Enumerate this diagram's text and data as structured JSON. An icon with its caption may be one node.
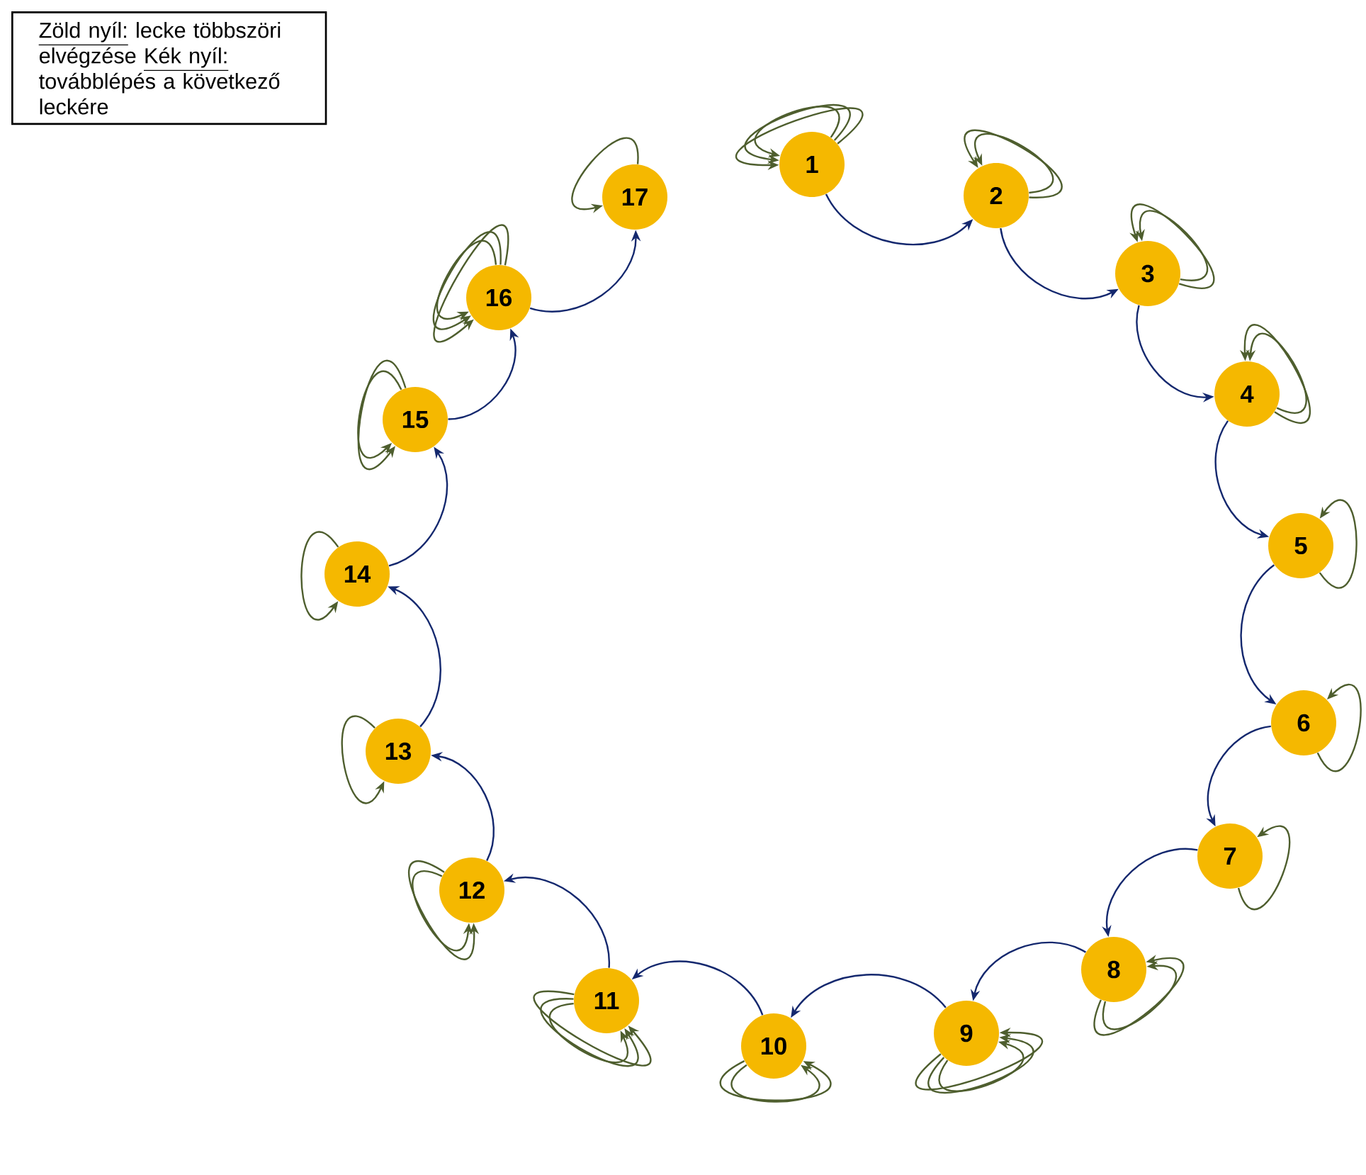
{
  "diagram": {
    "nodes": [
      {
        "text": [
          "Zöld nyíl:",
          "lecke többszöri elvégzése",
          "Kék nyíl:",
          "továbblépés a következő leckére"
        ]
      },
      {
        "text": [
          "1"
        ]
      },
      {
        "text": [
          "2"
        ]
      },
      {
        "text": [
          "3"
        ]
      },
      {
        "text": [
          "4"
        ]
      },
      {
        "text": [
          "5"
        ]
      },
      {
        "text": [
          "6"
        ]
      },
      {
        "text": [
          "7"
        ]
      },
      {
        "text": [
          "8"
        ]
      },
      {
        "text": [
          "9"
        ]
      },
      {
        "text": [
          "10"
        ]
      },
      {
        "text": [
          "11"
        ]
      },
      {
        "text": [
          "12"
        ]
      },
      {
        "text": [
          "13"
        ]
      },
      {
        "text": [
          "14"
        ]
      },
      {
        "text": [
          "15"
        ]
      },
      {
        "text": [
          "16"
        ]
      },
      {
        "text": [
          "17"
        ]
      }
    ],
    "edges": [
      {
        "from": 1,
        "to": 1,
        "arrow": "to"
      },
      {
        "from": 1,
        "to": 1,
        "arrow": "to"
      },
      {
        "from": 1,
        "to": 1,
        "arrow": "to"
      },
      {
        "from": 1,
        "to": 2,
        "arrow": "to",
        "color": "#14286e"
      },
      {
        "from": 2,
        "to": 2,
        "arrow": "to"
      },
      {
        "from": 2,
        "to": 2,
        "arrow": "to"
      },
      {
        "from": 2,
        "to": 3,
        "arrow": "to",
        "color": "#14286e"
      },
      {
        "from": 3,
        "to": 3,
        "arrow": "to"
      },
      {
        "from": 3,
        "to": 3,
        "arrow": "to"
      },
      {
        "from": 3,
        "to": 4,
        "arrow": "to",
        "color": "#14286e"
      },
      {
        "from": 4,
        "to": 4,
        "arrow": "to"
      },
      {
        "from": 4,
        "to": 4,
        "arrow": "to"
      },
      {
        "from": 4,
        "to": 5,
        "arrow": "to",
        "color": "#14286e"
      },
      {
        "from": 5,
        "to": 5,
        "arrow": "to"
      },
      {
        "from": 5,
        "to": 6,
        "arrow": "to",
        "color": "#14286e"
      },
      {
        "from": 6,
        "to": 6,
        "arrow": "to"
      },
      {
        "from": 6,
        "to": 7,
        "arrow": "to",
        "color": "#14286e"
      },
      {
        "from": 7,
        "to": 7,
        "arrow": "to"
      },
      {
        "from": 7,
        "to": 8,
        "arrow": "to",
        "color": "#14286e"
      },
      {
        "from": 8,
        "to": 8,
        "arrow": "to"
      },
      {
        "from": 8,
        "to": 8,
        "arrow": "to"
      },
      {
        "from": 8,
        "to": 9,
        "arrow": "to",
        "color": "#14286e"
      },
      {
        "from": 9,
        "to": 9,
        "arrow": "to"
      },
      {
        "from": 9,
        "to": 9,
        "arrow": "to"
      },
      {
        "from": 9,
        "to": 9,
        "arrow": "to"
      },
      {
        "from": 9,
        "to": 10,
        "arrow": "to",
        "color": "#14286e"
      },
      {
        "from": 10,
        "to": 10,
        "arrow": "to"
      },
      {
        "from": 10,
        "to": 10,
        "arrow": "to"
      },
      {
        "from": 10,
        "to": 11,
        "arrow": "to",
        "color": "#14286e"
      },
      {
        "from": 11,
        "to": 11,
        "arrow": "to"
      },
      {
        "from": 11,
        "to": 11,
        "arrow": "to"
      },
      {
        "from": 11,
        "to": 11,
        "arrow": "to"
      },
      {
        "from": 11,
        "to": 12,
        "arrow": "to",
        "color": "#14286e"
      },
      {
        "from": 12,
        "to": 12,
        "arrow": "to"
      },
      {
        "from": 12,
        "to": 12,
        "arrow": "to"
      },
      {
        "from": 12,
        "to": 13,
        "arrow": "to",
        "color": "#14286e"
      },
      {
        "from": 13,
        "to": 13,
        "arrow": "to"
      },
      {
        "from": 13,
        "to": 14,
        "arrow": "to",
        "color": "#14286e"
      },
      {
        "from": 14,
        "to": 14,
        "arrow": "to"
      },
      {
        "from": 14,
        "to": 15,
        "arrow": "to",
        "color": "#14286e"
      },
      {
        "from": 15,
        "to": 15,
        "arrow": "to"
      },
      {
        "from": 15,
        "to": 15,
        "arrow": "to"
      },
      {
        "from": 15,
        "to": 16,
        "arrow": "to",
        "color": "#14286e"
      },
      {
        "from": 16,
        "to": 16,
        "arrow": "to"
      },
      {
        "from": 16,
        "to": 16,
        "arrow": "to"
      },
      {
        "from": 16,
        "to": 16,
        "arrow": "to"
      },
      {
        "from": 16,
        "to": 17,
        "arrow": "to",
        "color": "#14286e"
      },
      {
        "from": 17,
        "to": 17,
        "arrow": "to"
      }
    ]
  }
}
